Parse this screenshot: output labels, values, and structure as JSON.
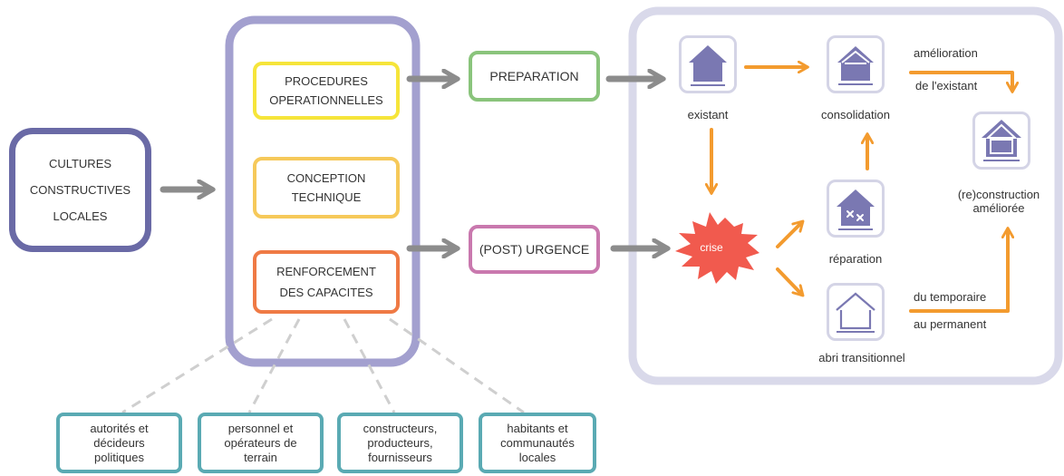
{
  "left": {
    "cultures": "CULTURES\nCONSTRUCTIVES\nLOCALES",
    "procedures": "PROCEDURES\nOPERATIONNELLES",
    "conception": "CONCEPTION\nTECHNIQUE",
    "renforcement": "RENFORCEMENT\nDES CAPACITES",
    "preparation": "PREPARATION",
    "urgence": "(POST) URGENCE"
  },
  "bottom_boxes": [
    "autorités et\ndécideurs\npolitiques",
    "personnel et\nopérateurs de\nterrain",
    "constructeurs,\nproducteurs,\nfournisseurs",
    "habitants et\ncommunautés\nlocales"
  ],
  "right": {
    "existant": "existant",
    "consolidation": "consolidation",
    "reparation": "réparation",
    "abri": "abri transitionnel",
    "reconstruction": "(re)construction\naméliorée",
    "crise": "crise",
    "amelioration_1": "amélioration",
    "amelioration_2": "de l'existant",
    "temporaire_1": "du temporaire",
    "temporaire_2": "au permanent"
  },
  "colors": {
    "purple": "#6a6aa6",
    "lavender": "#a3a0cf",
    "light_panel": "#d9d9ea",
    "icon": "#7a78b2",
    "yellow": "#f6e53a",
    "light_orange": "#f6c95a",
    "orange": "#ef7a45",
    "green": "#8ac47c",
    "pink": "#c978ae",
    "teal": "#5aaab3",
    "arrow_gray": "#8c8c8c",
    "arrow_orange": "#f39b2f",
    "burst": "#f15a4e"
  }
}
